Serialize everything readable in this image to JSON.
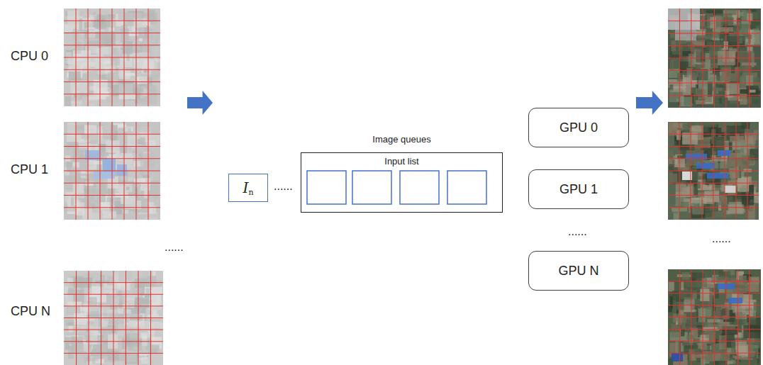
{
  "diagram": {
    "nodes": [
      {
        "text": [
          "I",
          "n"
        ]
      },
      {
        "text": [
          "Image queues",
          "Input list"
        ]
      },
      {
        "text": [
          "GPU 0"
        ]
      },
      {
        "text": [
          "GPU 1"
        ]
      },
      {
        "text": [
          "GPU N"
        ]
      }
    ],
    "labels": [
      "CPU 0",
      "CPU 1",
      "......",
      "CPU N",
      "......",
      "......",
      "......"
    ]
  }
}
